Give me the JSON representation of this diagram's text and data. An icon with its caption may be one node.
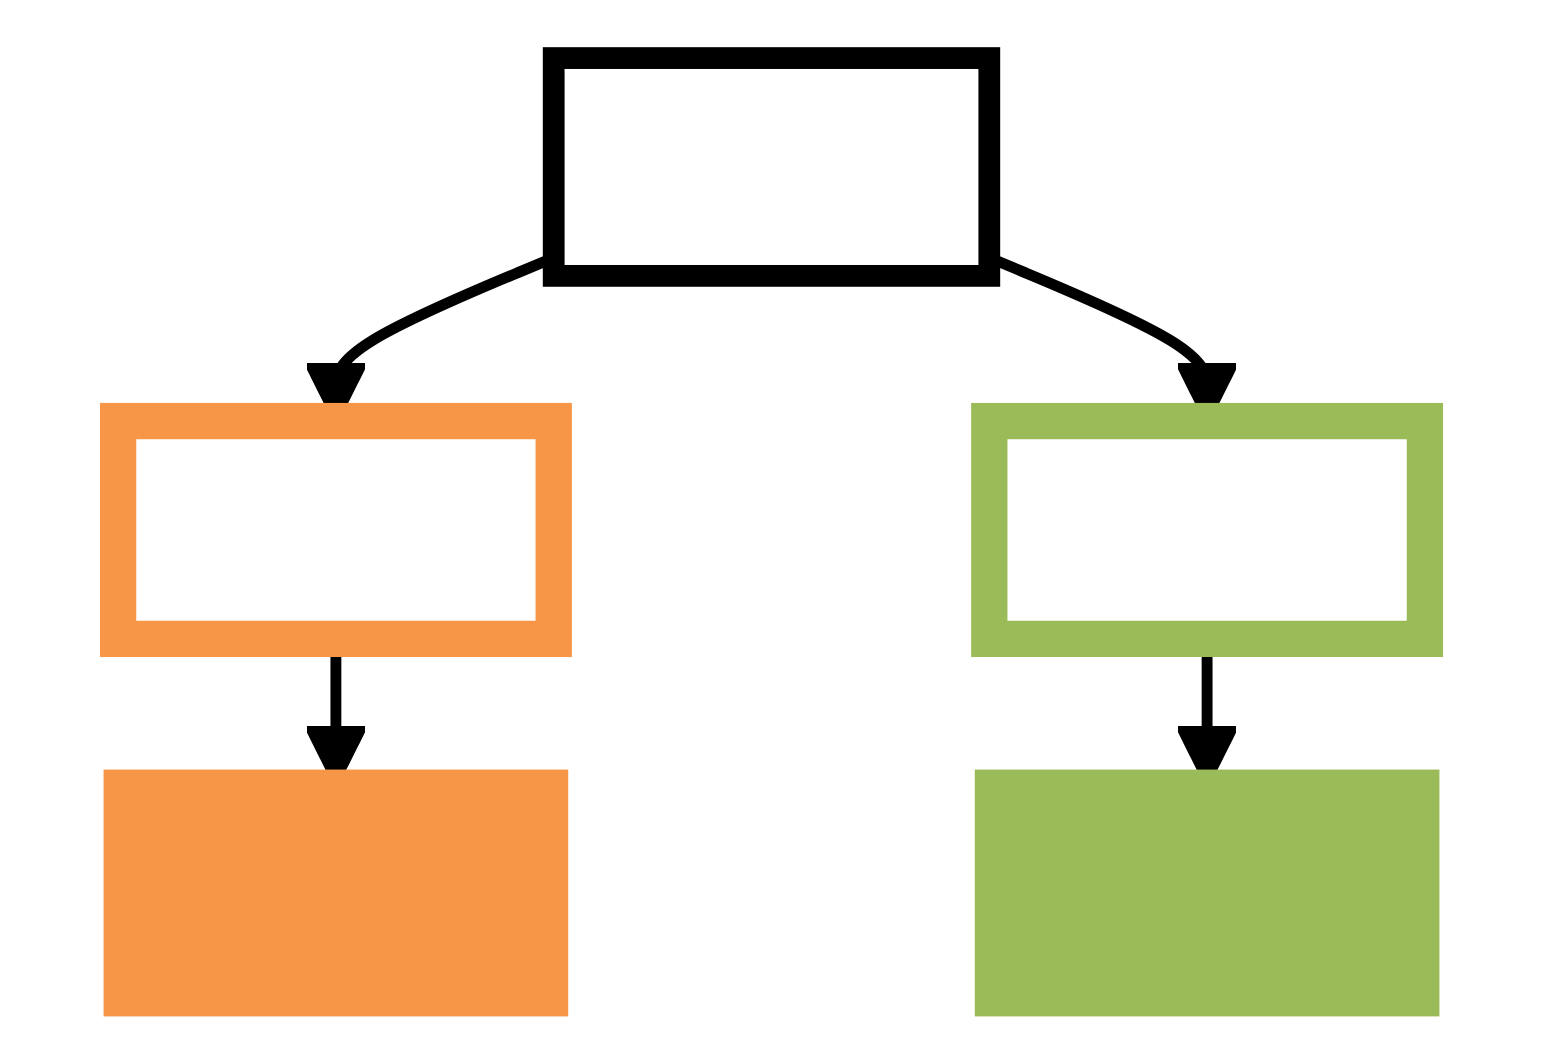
{
  "diagram": {
    "nodes": [
      {
        "text": [],
        "shape": "box"
      },
      {
        "text": [],
        "shape": "box"
      },
      {
        "text": [],
        "shape": "box"
      },
      {
        "text": [],
        "shape": "box"
      },
      {
        "text": [],
        "shape": "box"
      }
    ],
    "edges": [
      {
        "from": 0,
        "to": 1,
        "arrow": "to"
      },
      {
        "from": 0,
        "to": 2,
        "arrow": "to"
      },
      {
        "from": 1,
        "to": 3,
        "arrow": "to"
      },
      {
        "from": 2,
        "to": 4,
        "arrow": "to"
      }
    ]
  }
}
